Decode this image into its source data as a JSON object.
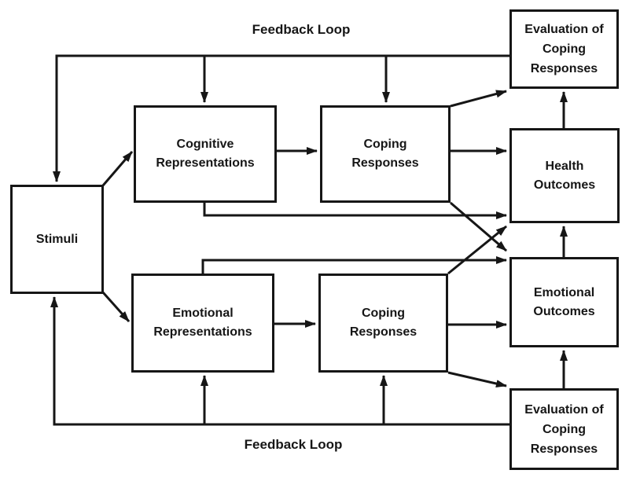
{
  "diagram": {
    "type": "flow-diagram",
    "background": "#ffffff",
    "line_color": "#161616",
    "text_color": "#161616",
    "nodes": {
      "stimuli": {
        "label": "Stimuli"
      },
      "cognitive_representations": {
        "label": "Cognitive\nRepresentations"
      },
      "coping_responses_top": {
        "label": "Coping\nResponses"
      },
      "evaluation_top": {
        "label": "Evaluation of\nCoping\nResponses"
      },
      "health_outcomes": {
        "label": "Health\nOutcomes"
      },
      "emotional_representations": {
        "label": "Emotional\nRepresentations"
      },
      "coping_responses_bottom": {
        "label": "Coping\nResponses"
      },
      "emotional_outcomes": {
        "label": "Emotional\nOutcomes"
      },
      "evaluation_bottom": {
        "label": "Evaluation of\nCoping\nResponses"
      }
    },
    "labels": {
      "feedback_top": "Feedback Loop",
      "feedback_bottom": "Feedback Loop"
    },
    "edges": [
      {
        "from": "stimuli",
        "to": "cognitive_representations"
      },
      {
        "from": "stimuli",
        "to": "emotional_representations"
      },
      {
        "from": "cognitive_representations",
        "to": "coping_responses_top"
      },
      {
        "from": "cognitive_representations",
        "to": "health_outcomes"
      },
      {
        "from": "coping_responses_top",
        "to": "evaluation_top"
      },
      {
        "from": "coping_responses_top",
        "to": "health_outcomes"
      },
      {
        "from": "coping_responses_top",
        "to": "emotional_outcomes"
      },
      {
        "from": "emotional_representations",
        "to": "coping_responses_bottom"
      },
      {
        "from": "emotional_representations",
        "to": "emotional_outcomes"
      },
      {
        "from": "coping_responses_bottom",
        "to": "health_outcomes"
      },
      {
        "from": "coping_responses_bottom",
        "to": "emotional_outcomes"
      },
      {
        "from": "coping_responses_bottom",
        "to": "evaluation_bottom"
      },
      {
        "from": "health_outcomes",
        "to": "evaluation_top"
      },
      {
        "from": "emotional_outcomes",
        "to": "health_outcomes"
      },
      {
        "from": "evaluation_bottom",
        "to": "emotional_outcomes"
      },
      {
        "from": "evaluation_top",
        "to": "stimuli",
        "label": "Feedback Loop",
        "branches_to": [
          "cognitive_representations",
          "coping_responses_top"
        ]
      },
      {
        "from": "evaluation_bottom",
        "to": "stimuli",
        "label": "Feedback Loop",
        "branches_to": [
          "emotional_representations",
          "coping_responses_bottom"
        ]
      }
    ]
  }
}
